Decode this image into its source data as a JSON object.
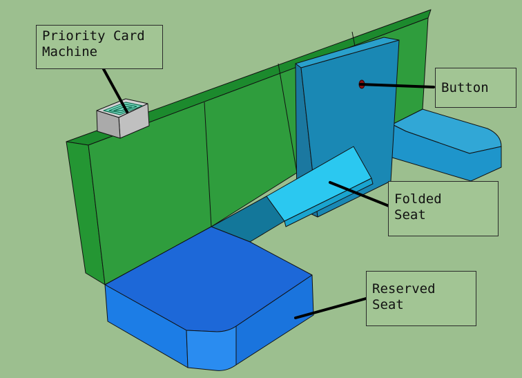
{
  "labels": {
    "priority_card_machine": [
      "Priority Card",
      "Machine"
    ],
    "button": [
      "Button"
    ],
    "folded_seat": [
      "Folded",
      "Seat"
    ],
    "reserved_seat": [
      "Reserved",
      "Seat"
    ]
  },
  "colors": {
    "background": "#9cbf8f",
    "wall_green": "#2f9a3c",
    "wall_top": "#1f8a2e",
    "seat_blue": "#1c64d8",
    "seat_light": "#2aa3d9",
    "folded_seat": "#29c6ef",
    "panel_blue": "#1b87b3",
    "card_machine": "#bdbdbd"
  }
}
